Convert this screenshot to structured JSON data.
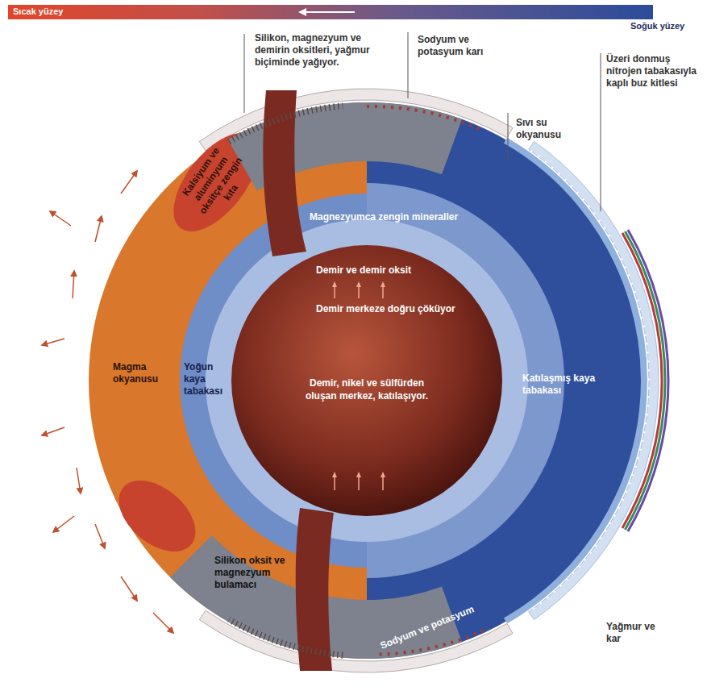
{
  "diagram": {
    "nodes": [
      {
        "text": [
          "Demir, nikel ve sülfürden oluşan merkez, katılaşıyor."
        ]
      }
    ],
    "labels": [
      "Sıcak yüzey",
      "Soğuk yüzey",
      "Silikon, magnezyum ve demirin oksitleri, yağmur biçiminde yağıyor.",
      "Sodyum ve potasyum karı",
      "Üzeri donmuş nitrojen tabakasıyla kaplı buz kitlesi",
      "Sıvı su okyanusu",
      "Kalsiyum ve aluminyum oksitçe zengin kıta",
      "Magnezyumca zengin mineraller",
      "Demir ve demir oksit",
      "Demir merkeze doğru çöküyor",
      "Magma okyanusu",
      "Yoğun kaya tabakası",
      "Katılaşmış kaya tabakası",
      "Silikon oksit ve magnezyum bulamacı",
      "Sodyum ve potasyum",
      "Yağmur ve kar"
    ]
  }
}
